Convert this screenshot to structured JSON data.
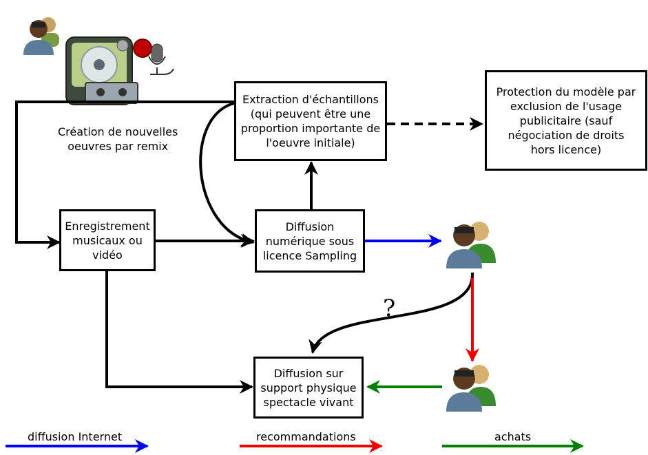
{
  "boxes": {
    "extraction": "Extraction d'échantillons\n(qui peuvent être une\nproportion importante de\nl'oeuvre initiale)",
    "protection": "Protection du modèle par\nexclusion de l'usage\npublicitaire (sauf\nnégociation de droits\nhors licence)",
    "enregistrement": "Enregistrement\nmusicaux ou\nvidéo",
    "diffusion_numerique": "Diffusion\nnumérique sous\nlicence Sampling",
    "diffusion_support": "Diffusion sur\nsupport physique\nspectacle vivant"
  },
  "labels": {
    "creation": "Création de nouvelles\noeuvres par remix",
    "question": "?"
  },
  "legend": {
    "internet": "diffusion Internet",
    "recommandations": "recommandations",
    "achats": "achats"
  },
  "colors": {
    "internet": "#0000ee",
    "recommandations": "#ee0000",
    "achats": "#008000"
  },
  "icons": [
    "user-icon",
    "media-player-icon",
    "microphone-icon"
  ]
}
